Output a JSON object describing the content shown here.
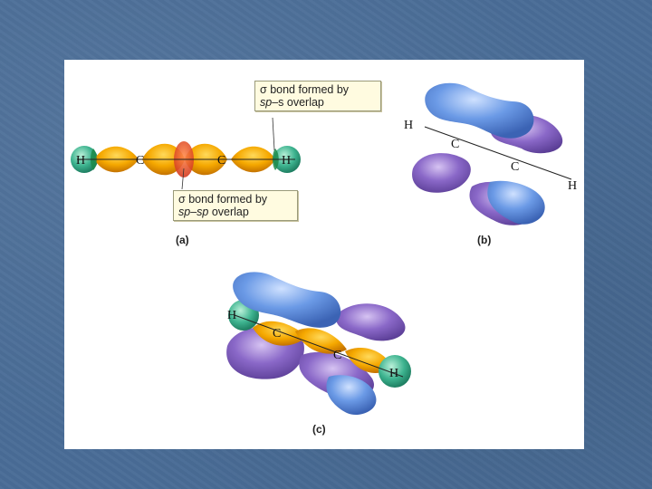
{
  "callouts": {
    "top": {
      "line1": "σ bond formed by",
      "line2_italic": "sp",
      "line2_rest": "–s overlap"
    },
    "bottom": {
      "line1": "σ bond formed by",
      "line2_italic": "sp–sp",
      "line2_rest": " overlap"
    }
  },
  "panel_labels": {
    "a": "(a)",
    "b": "(b)",
    "c": "(c)"
  },
  "atoms": {
    "a": [
      "H",
      "C",
      "C",
      "H"
    ],
    "b": [
      "H",
      "C",
      "C",
      "H"
    ],
    "c": [
      "H",
      "C",
      "C",
      "H"
    ]
  },
  "colors": {
    "s_orbital": "#3db38f",
    "sp_orbital": "#f2a500",
    "p_orbital_blue": "#5b8fe0",
    "p_orbital_purple": "#8a68c8",
    "overlap_red": "#e8452a"
  }
}
